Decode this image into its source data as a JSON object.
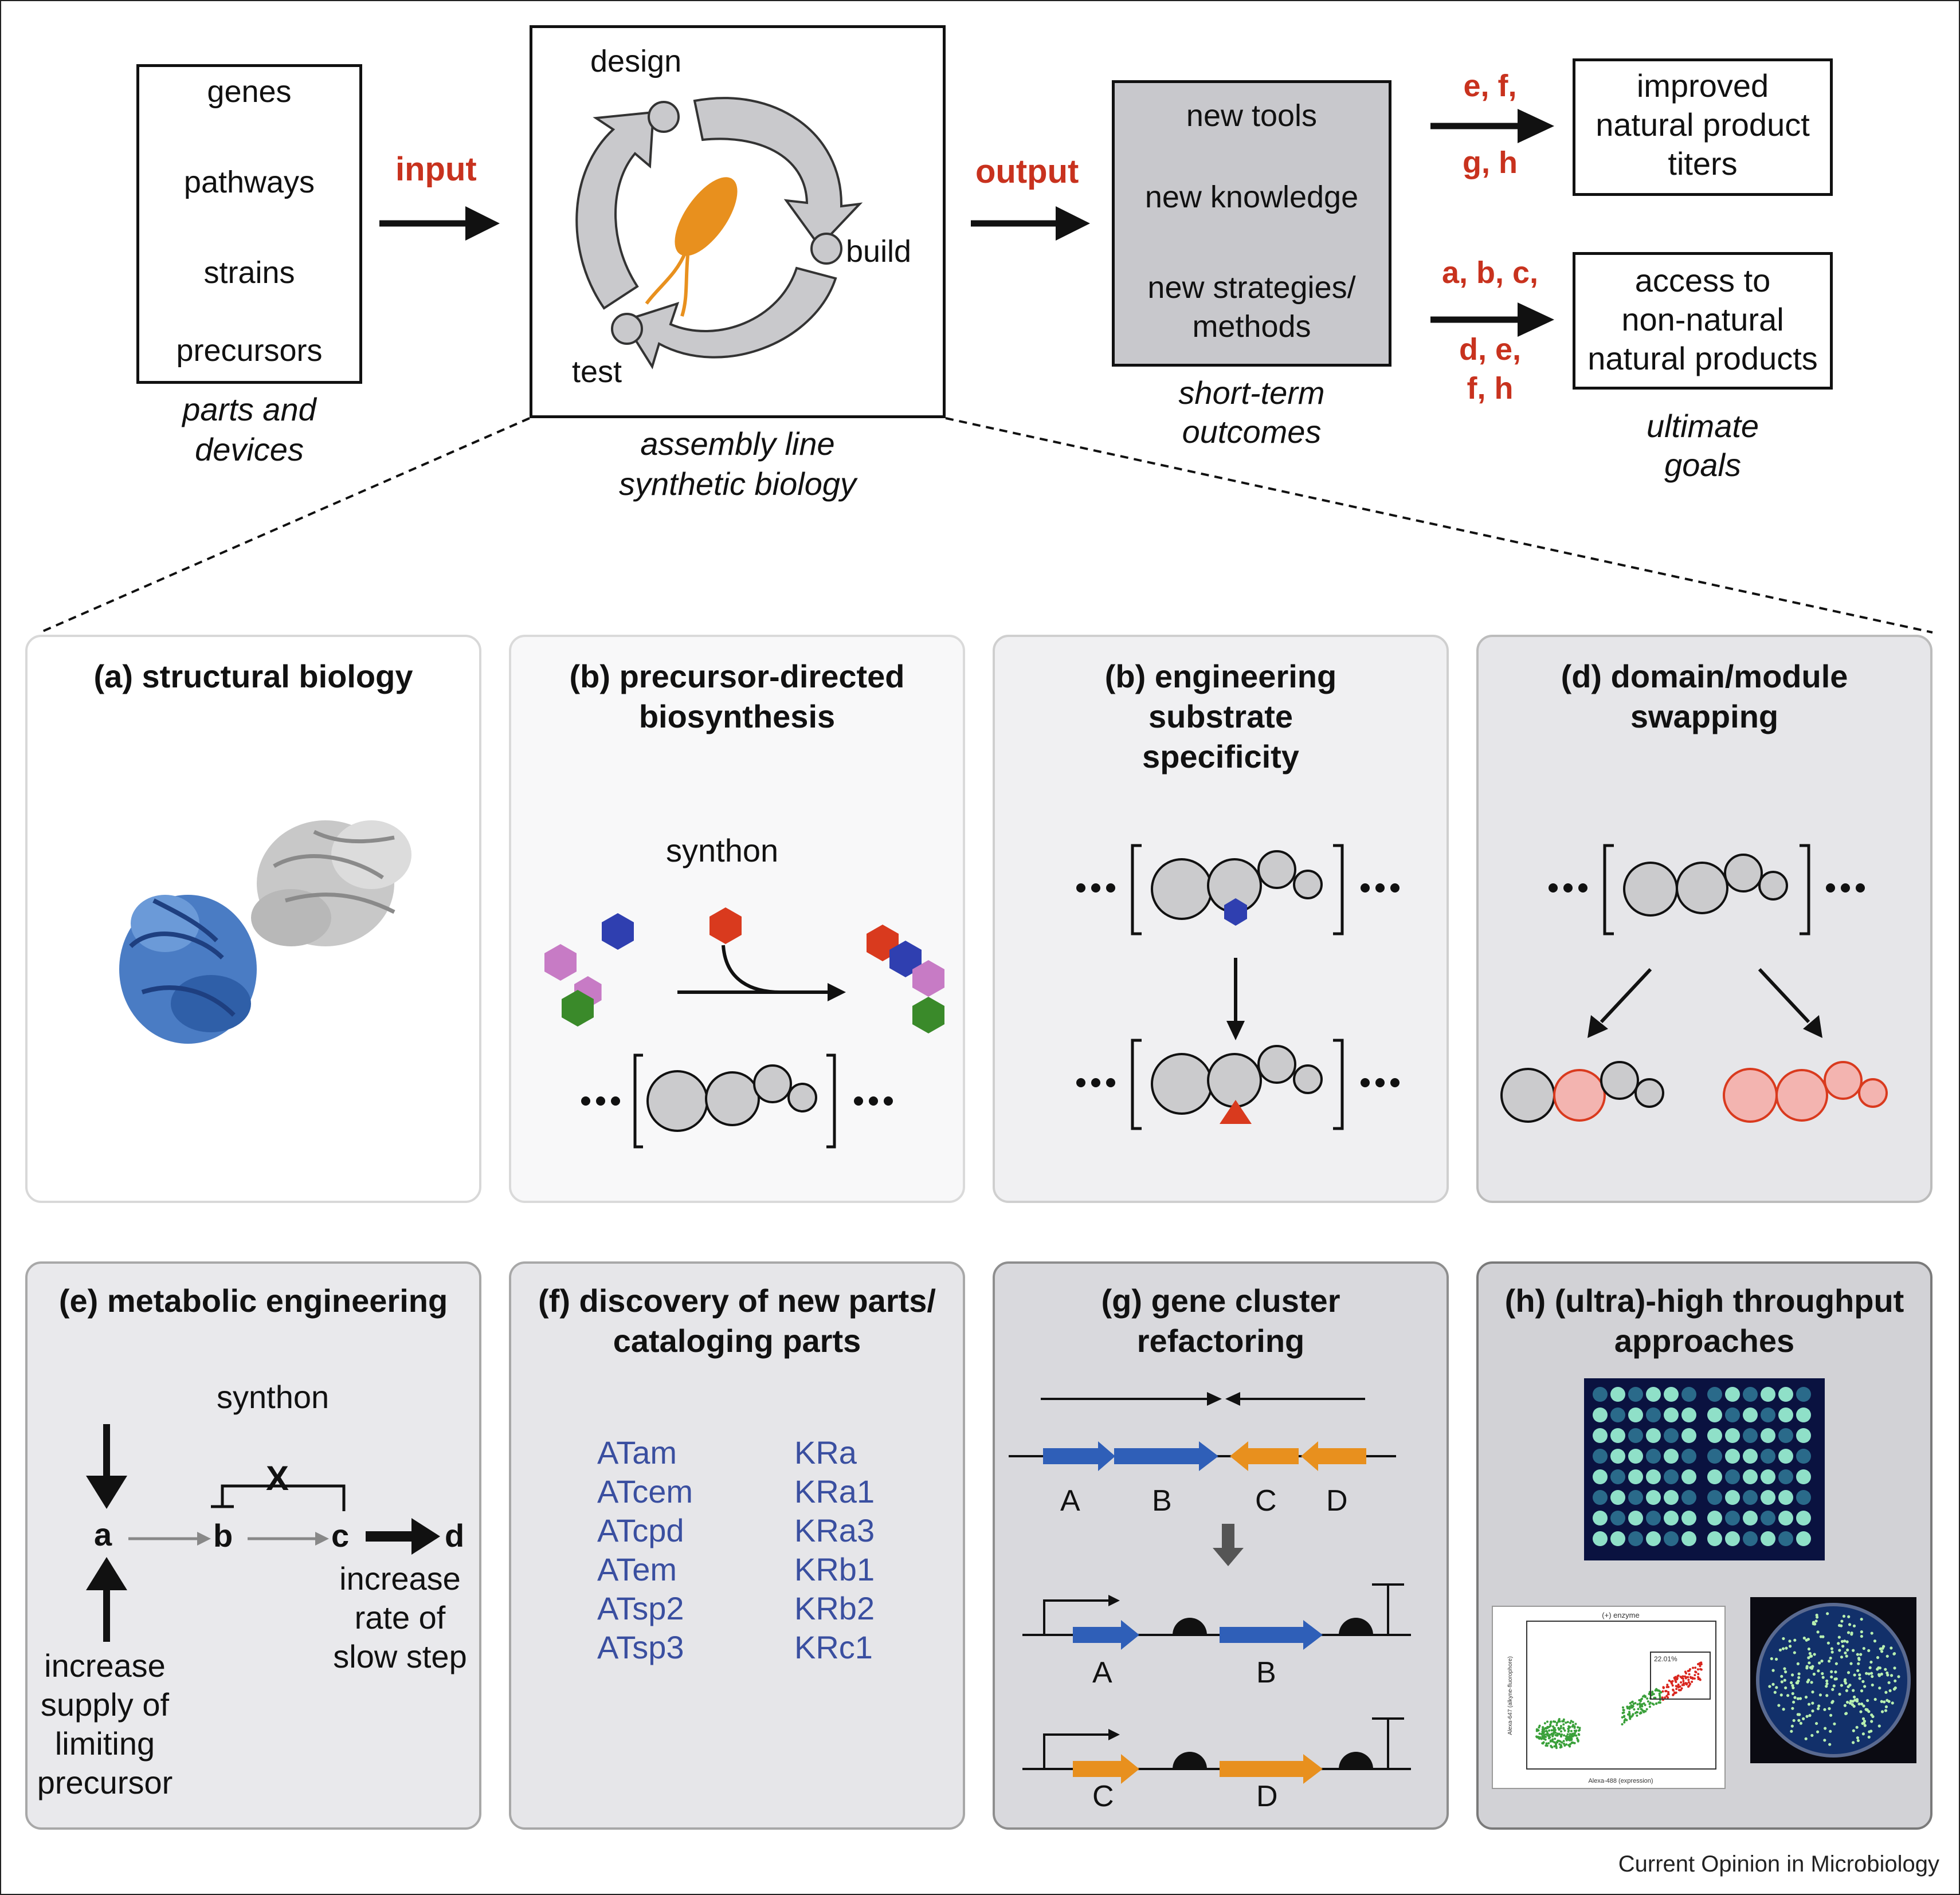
{
  "top": {
    "parts_box": {
      "items": [
        "genes",
        "pathways",
        "strains",
        "precursors"
      ],
      "caption": [
        "parts and",
        "devices"
      ]
    },
    "input_label": "input",
    "cycle": {
      "design": "design",
      "build": "build",
      "test": "test",
      "caption": [
        "assembly line",
        "synthetic biology"
      ]
    },
    "output_label": "output",
    "outcomes_box": {
      "items": [
        "new tools",
        "new knowledge",
        "new strategies/",
        "methods"
      ],
      "caption": [
        "short-term",
        "outcomes"
      ]
    },
    "arrow1_labels": [
      "e, f,",
      "g, h"
    ],
    "arrow2_labels": [
      "a, b, c,",
      "d, e,",
      "f, h"
    ],
    "goal1": [
      "improved",
      "natural product",
      "titers"
    ],
    "goal2": [
      "access to",
      "non-natural",
      "natural products"
    ],
    "goals_caption": [
      "ultimate",
      "goals"
    ]
  },
  "panels": {
    "a": {
      "title": "(a) structural biology"
    },
    "b1": {
      "title": [
        "(b) precursor-directed",
        "biosynthesis"
      ],
      "synthon": "synthon"
    },
    "b2": {
      "title": [
        "(b) engineering",
        "substrate",
        "specificity"
      ]
    },
    "d": {
      "title": [
        "(d) domain/module",
        "swapping"
      ]
    },
    "e": {
      "title": "(e) metabolic engineering",
      "synthon": "synthon",
      "nodes": [
        "a",
        "b",
        "c",
        "d"
      ],
      "x_mark": "X",
      "note_right": [
        "increase",
        "rate of",
        "slow step"
      ],
      "note_left": [
        "increase",
        "supply of",
        "limiting",
        "precursor"
      ]
    },
    "f": {
      "title": [
        "(f) discovery of new parts/",
        "cataloging parts"
      ],
      "col1": [
        "ATam",
        "ATcem",
        "ATcpd",
        "ATem",
        "ATsp2",
        "ATsp3"
      ],
      "col2": [
        "KRa",
        "KRa1",
        "KRa3",
        "KRb1",
        "KRb2",
        "KRc1"
      ]
    },
    "g": {
      "title": [
        "(g) gene cluster",
        "refactoring"
      ],
      "genes_top": [
        "A",
        "B",
        "C",
        "D"
      ],
      "genes_mid": [
        "A",
        "B"
      ],
      "genes_bot": [
        "C",
        "D"
      ]
    },
    "h": {
      "title": [
        "(h) (ultra)-high throughput",
        "approaches"
      ],
      "facs_header": "(+) enzyme",
      "facs_gate": "22.01%",
      "facs_xlabel": "Alexa-488 (expression)",
      "facs_ylabel": "Alexa-647 (alkyne-fluorophore)"
    }
  },
  "credit": "Current Opinion in Microbiology",
  "colors": {
    "red": "#c8321e",
    "blue": "#2f5fb8",
    "orange": "#e8901e",
    "grey_panel": "#e9e9ec",
    "text_blue": "#3a4fa0"
  }
}
